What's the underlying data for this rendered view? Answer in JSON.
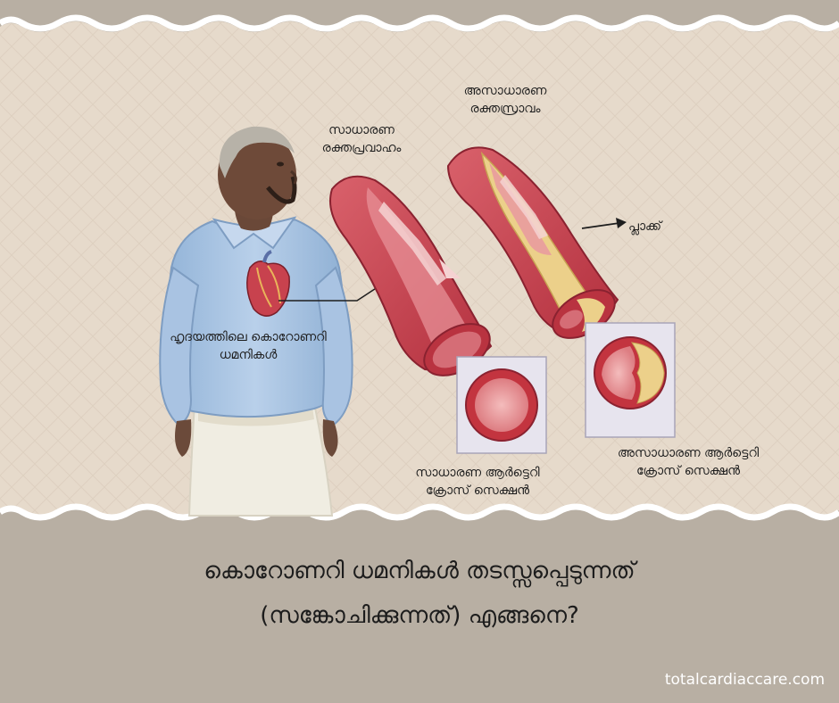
{
  "labels": {
    "normal_flow_1": "സാധാരണ",
    "normal_flow_2": "രക്തപ്രവാഹം",
    "abnormal_flow_1": "അസാധാരണ",
    "abnormal_flow_2": "രക്തസ്രാവം",
    "plaque": "പ്ലാക്ക്",
    "coronary_1": "ഹൃദയത്തിലെ കൊറോണറി",
    "coronary_2": "ധമനികൾ",
    "normal_cs_1": "സാധാരണ ആർട്ടെറി",
    "normal_cs_2": "ക്രോസ് സെക്ഷൻ",
    "abnormal_cs_1": "അസാധാരണ ആർട്ടെറി",
    "abnormal_cs_2": "ക്രോസ് സെക്ഷൻ"
  },
  "title": {
    "line1": "കൊറോണറി ധമനികൾ തടസ്സപ്പെടുന്നത്",
    "line2": "(സങ്കോചിക്കുന്നത്) എങ്ങനെ?"
  },
  "website": "totalcardiaccare.com",
  "colors": {
    "background": "#b8afa3",
    "panel": "#e5d9ca",
    "artery": "#c6424f",
    "plaque": "#ecd08a"
  }
}
